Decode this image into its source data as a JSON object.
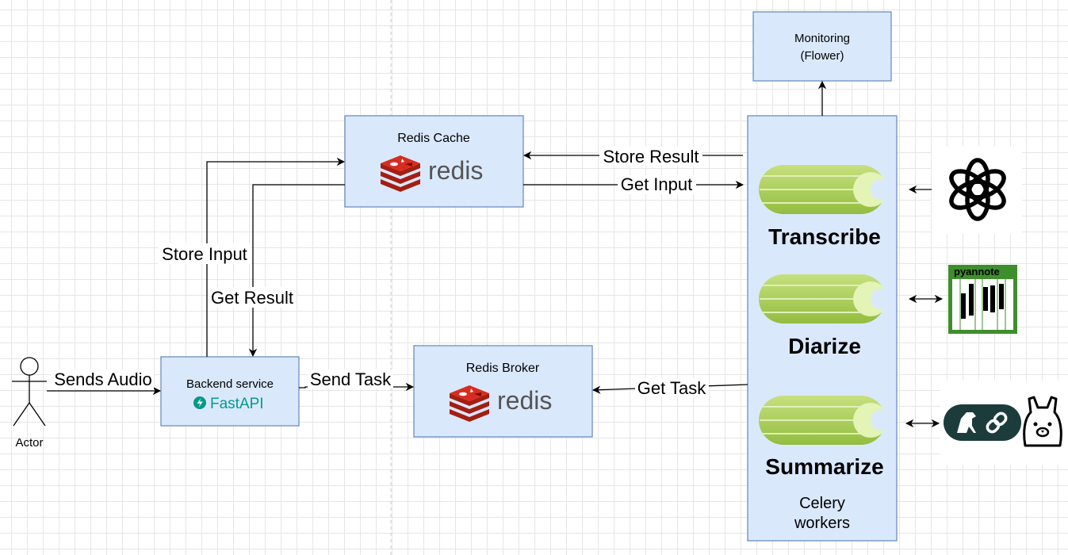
{
  "actor": {
    "label": "Actor"
  },
  "backend": {
    "title": "Backend service",
    "logo_text": "FastAPI"
  },
  "redis_cache": {
    "title": "Redis Cache",
    "logo_text": "redis"
  },
  "redis_broker": {
    "title": "Redis Broker",
    "logo_text": "redis"
  },
  "monitoring": {
    "line1": "Monitoring",
    "line2": "(Flower)"
  },
  "celery": {
    "tasks": [
      "Transcribe",
      "Diarize",
      "Summarize"
    ],
    "footer_line1": "Celery",
    "footer_line2": "workers"
  },
  "arrows": {
    "sends_audio": "Sends Audio",
    "store_input": "Store Input",
    "get_result": "Get Result",
    "send_task": "Send Task",
    "store_result": "Store Result",
    "get_input": "Get Input",
    "get_task": "Get Task"
  },
  "logos": {
    "pyannote_text": "pyannote",
    "openai_icon": "openai-icon",
    "langchain_icon": "langchain-icon",
    "ollama_icon": "ollama-icon"
  },
  "colors": {
    "box_fill": "#dae8fc",
    "box_stroke": "#6c8ebf",
    "redis_red": "#a41e11",
    "fastapi_teal": "#05998b",
    "celery_green": "#a9cc55",
    "pyannote_green": "#3f8e2d"
  }
}
